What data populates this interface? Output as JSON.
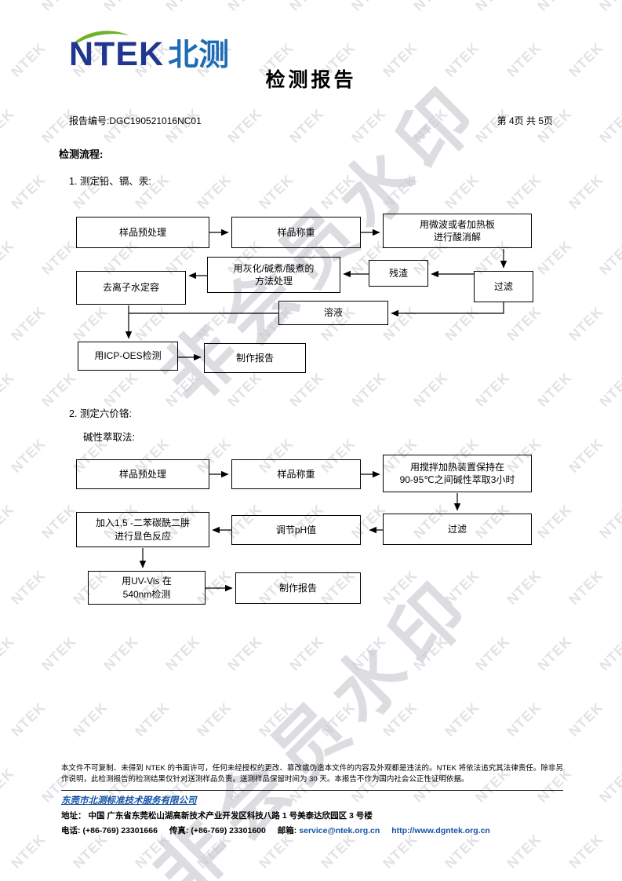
{
  "watermark": {
    "tile_text": "NTEK",
    "big_text": "非会员水印"
  },
  "header": {
    "logo_en": "NTEK",
    "logo_cn": "北测",
    "title": "检测报告",
    "report_no_label": "报告编号:",
    "report_no": "DGC190521016NC01",
    "page_info": "第 4页 共 5页"
  },
  "body": {
    "flow_title": "检测流程:",
    "step1_title": "1. 测定铅、镉、汞:",
    "step2_title": "2. 测定六价铬:",
    "step2_method": "碱性萃取法:"
  },
  "flow1": {
    "nodes": {
      "pretreat": "样品预处理",
      "weigh": "样品称重",
      "digest": "用微波或者加热板\n进行酸消解",
      "filter": "过滤",
      "residue": "残渣",
      "ash_treat": "用灰化/碱煮/酸煮的\n方法处理",
      "constant_volume": "去离子水定容",
      "solution": "溶液",
      "icp_detect": "用ICP-OES检测",
      "report": "制作报告"
    }
  },
  "flow2": {
    "nodes": {
      "pretreat": "样品预处理",
      "weigh": "样品称重",
      "extract": "用搅拌加热装置保持在\n90-95℃之间碱性萃取3小时",
      "filter": "过滤",
      "adjust_ph": "调节pH值",
      "color_reaction": "加入1,5 -二苯碳酰二肼\n进行显色反应",
      "uv_detect": "用UV-Vis 在\n540nm检测",
      "report": "制作报告"
    }
  },
  "footer": {
    "disclaimer": "本文件不可复制、未得到 NTEK 的书面许可，任何未经授权的更改、篡改或伪造本文件的内容及外观都是违法的。NTEK 将依法追究其法律责任。除非另作说明，此检测报告的检测结果仅针对送测样品负责。送测样品保留时间为 30 天。本报告不作为国内社会公正性证明依据。",
    "company": "东莞市北测标准技术服务有限公司",
    "address_label": "地址：",
    "address": "中国 广东省东莞松山湖高新技术产业开发区科技八路 1 号美泰达欣园区 3 号楼",
    "tel_label": "电话:",
    "tel": "(+86-769) 23301666",
    "fax_label": "传真:",
    "fax": "(+86-769) 23301600",
    "email_label": "邮箱:",
    "email": "service@ntek.org.cn",
    "website": "http://www.dgntek.org.cn"
  }
}
